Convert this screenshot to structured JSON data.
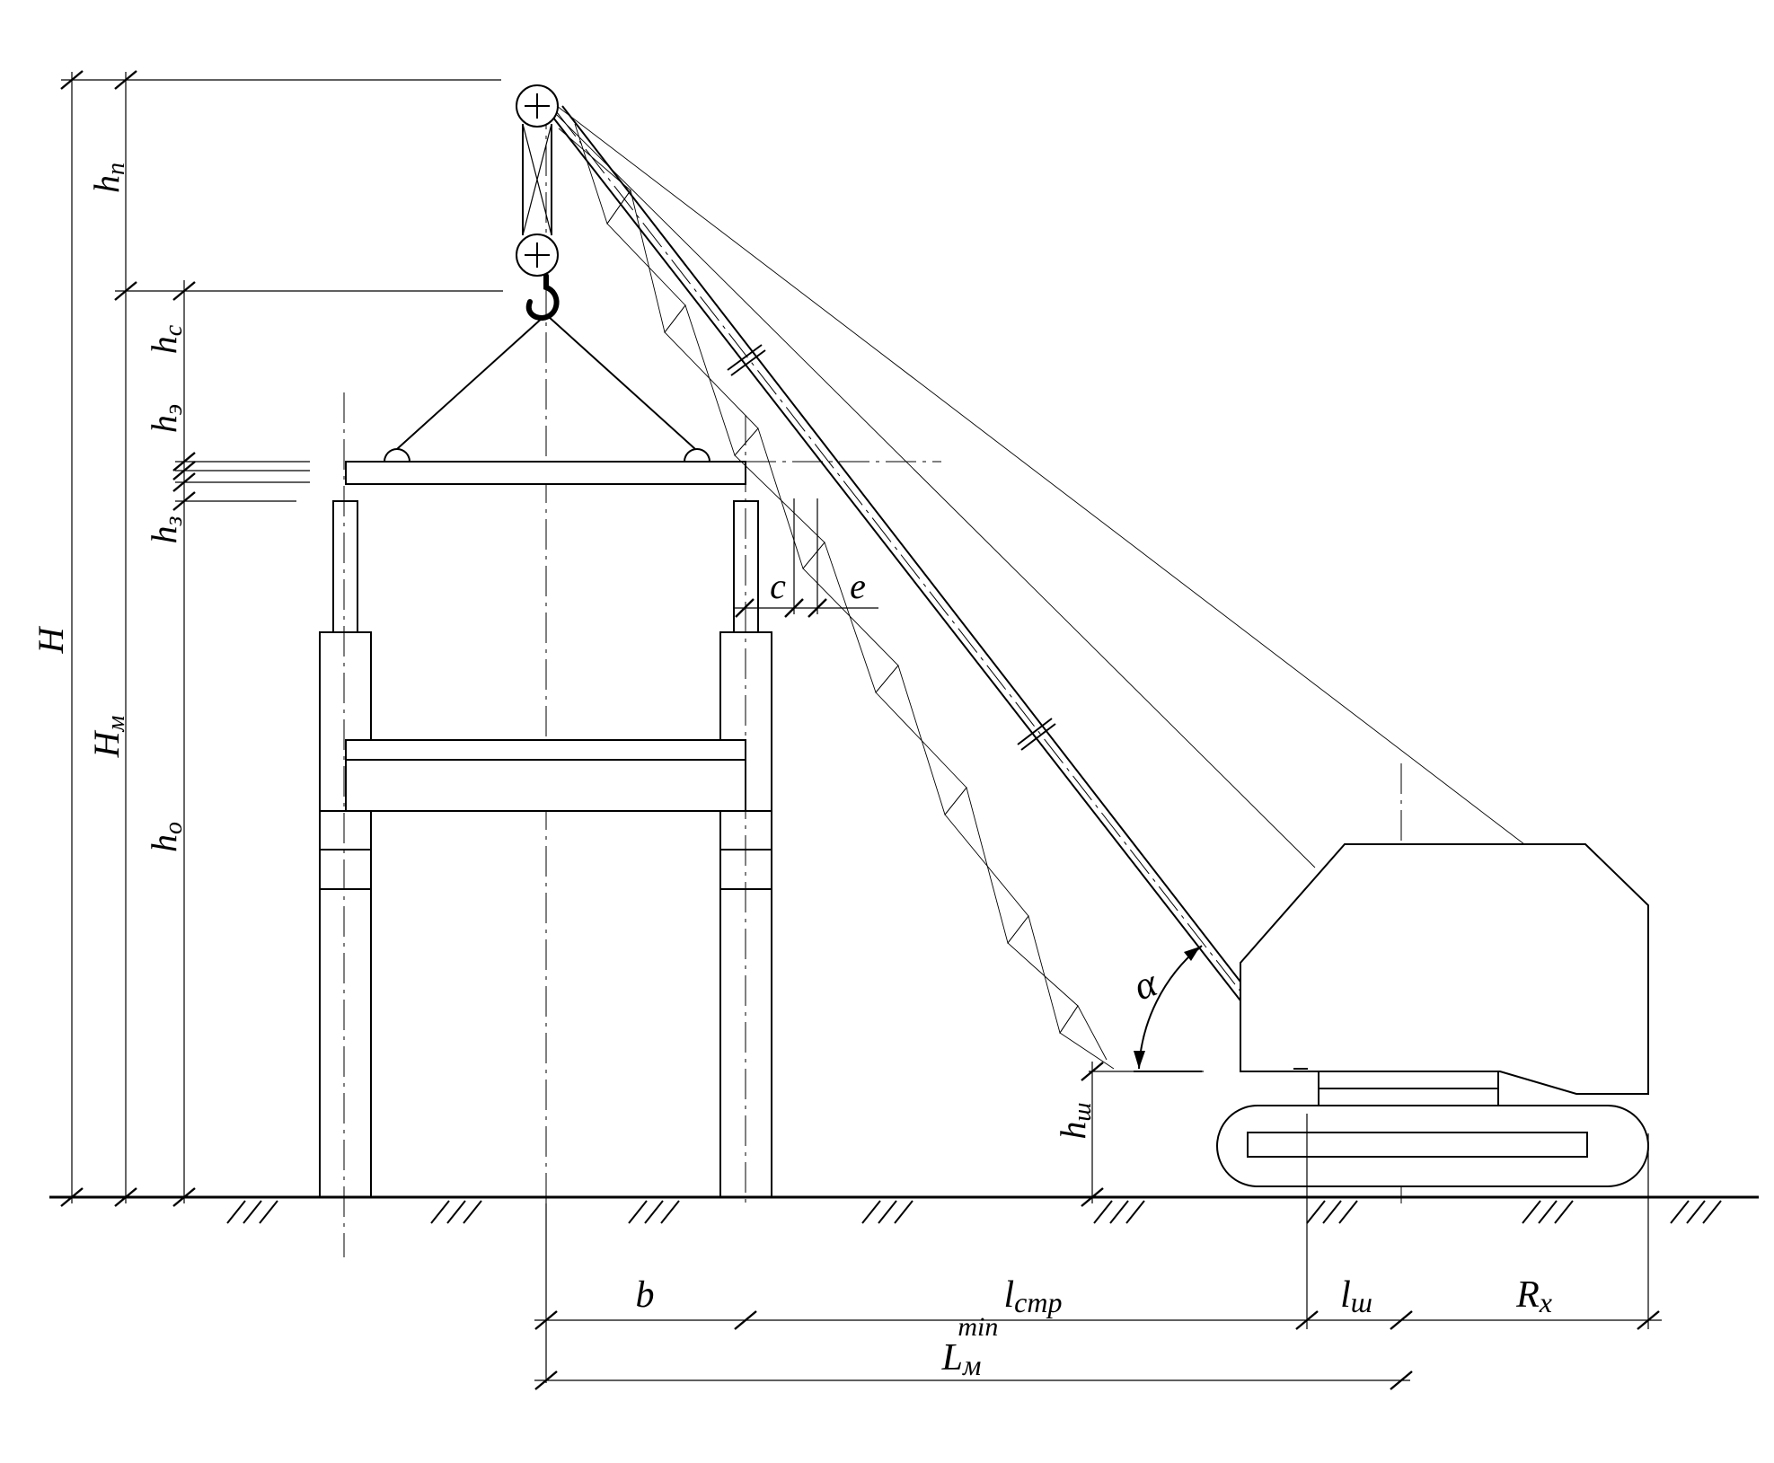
{
  "labels": {
    "H": "H",
    "Hm_main": "H",
    "Hm_sub": "м",
    "hn_main": "h",
    "hn_sub": "п",
    "hc_main": "h",
    "hc_sub": "с",
    "he_main": "h",
    "he_sub": "э",
    "hz_main": "h",
    "hz_sub": "з",
    "ho_main": "h",
    "ho_sub": "о",
    "hsh_main": "h",
    "hsh_sub": "ш",
    "c": "c",
    "e": "e",
    "alpha": "α",
    "b": "b",
    "lstr_main": "l",
    "lstr_sub": "стр",
    "lsh_main": "l",
    "lsh_sub": "ш",
    "Rx_main": "R",
    "Rx_sub": "x",
    "Lm_main": "L",
    "Lm_sub": "м",
    "Lm_sup": "min"
  },
  "icons": {
    "pulley_top": "pulley-icon",
    "pulley_hook": "pulley-icon",
    "hook": "crane-hook-icon"
  }
}
